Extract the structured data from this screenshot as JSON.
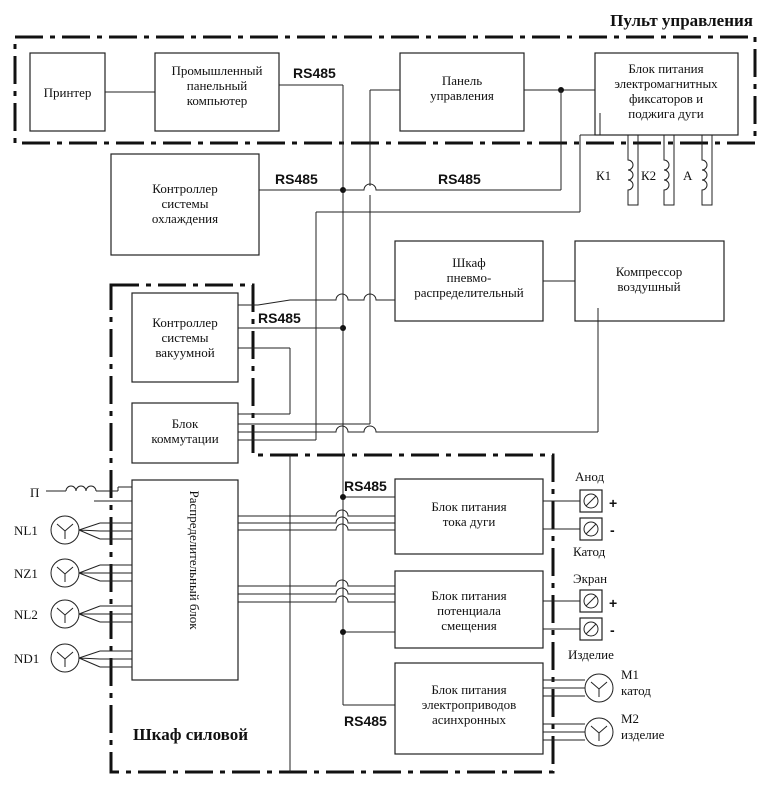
{
  "titles": {
    "control_panel": "Пульт управления",
    "power_cabinet": "Шкаф силовой"
  },
  "blocks": {
    "printer": [
      "Принтер"
    ],
    "industrial_pc": [
      "Промышленный",
      "панельный",
      "компьютер"
    ],
    "control_panel": [
      "Панель",
      "управления"
    ],
    "power_supply_fixators": [
      "Блок питания",
      "электромагнитных",
      "фиксаторов и",
      "поджига дуги"
    ],
    "cooling_controller": [
      "Контроллер",
      "системы",
      "охлаждения"
    ],
    "pneumo_cabinet": [
      "Шкаф",
      "пневмо-",
      "распределительный"
    ],
    "compressor": [
      "Компрессор",
      "воздушный"
    ],
    "vacuum_controller": [
      "Контроллер",
      "системы",
      "вакуумной"
    ],
    "switching_block": [
      "Блок",
      "коммутации"
    ],
    "distribution_block": "Распределительный блок",
    "arc_current_supply": [
      "Блок питания",
      "тока дуги"
    ],
    "bias_supply": [
      "Блок питания",
      "потенциала",
      "смещения"
    ],
    "drives_supply": [
      "Блок питания",
      "электроприводов",
      "асинхронных"
    ]
  },
  "bus_labels": {
    "rs485_top": "RS485",
    "rs485_cooling": "RS485",
    "rs485_middle": "RS485",
    "rs485_vacuum": "RS485",
    "rs485_arc": "RS485",
    "rs485_bottom": "RS485"
  },
  "coils": {
    "k1": "К1",
    "k2": "К2",
    "a": "А"
  },
  "terminals": {
    "anode": "Анод",
    "cathode": "Катод",
    "screen": "Экран",
    "product": "Изделие",
    "plus": "+",
    "minus": "-"
  },
  "motors": {
    "m1": "М1",
    "m1_sub": "катод",
    "m2": "М2",
    "m2_sub": "изделие"
  },
  "inputs": {
    "p": "П",
    "nl1": "NL1",
    "nz1": "NZ1",
    "nl2": "NL2",
    "nd1": "ND1"
  }
}
